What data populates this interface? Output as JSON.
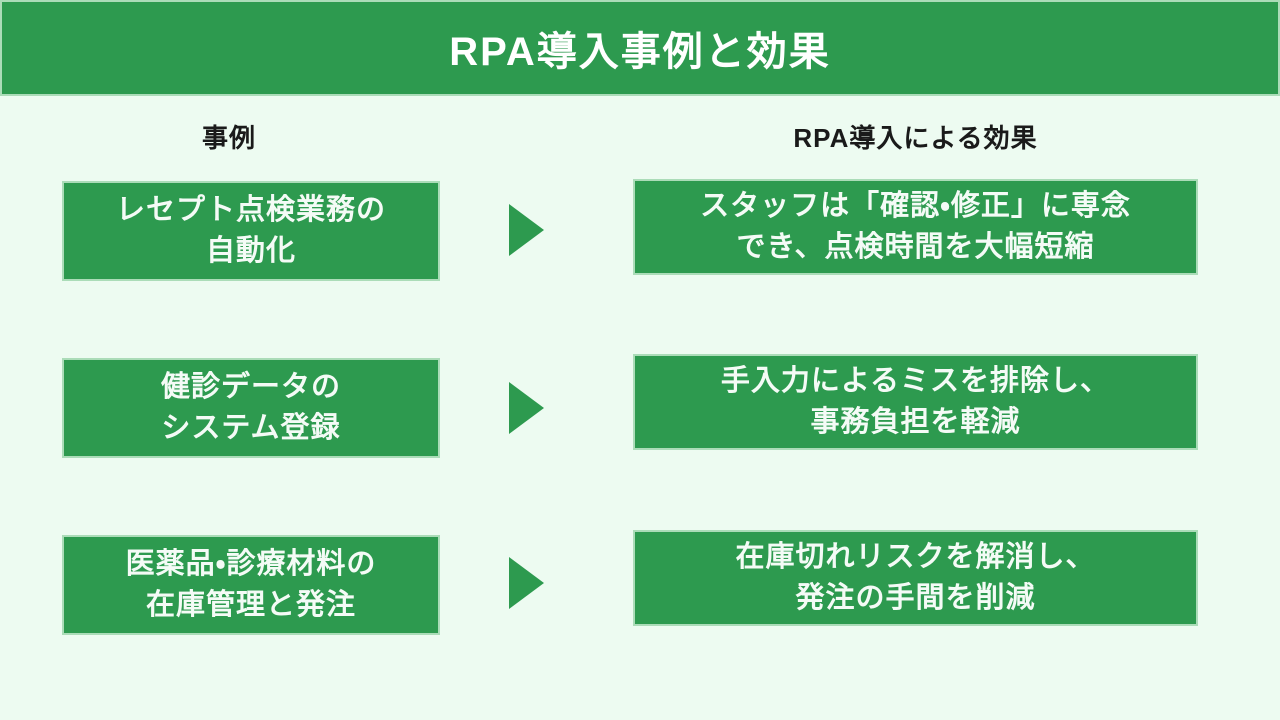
{
  "title_bar": {
    "title": "RPA導入事例と効果"
  },
  "column_headers": {
    "cases": "事例",
    "effects": "RPA導入による効果"
  },
  "rows": [
    {
      "case": {
        "line1": "レセプト点検業務の",
        "line2": "自動化"
      },
      "effect": {
        "line1": "スタッフは「確認・修正」に専念",
        "line2": "でき、点検時間を大幅短縮"
      }
    },
    {
      "case": {
        "line1": "健診データの",
        "line2": "システム登録"
      },
      "effect": {
        "line1": "手入力によるミスを排除し、",
        "line2": "事務負担を軽減"
      }
    },
    {
      "case": {
        "line1": "医薬品・診療材料の",
        "line2": "在庫管理と発注"
      },
      "effect": {
        "line1": "在庫切れリスクを解消し、",
        "line2": "発注の手間を削減"
      }
    }
  ],
  "icons": {
    "arrow": "right-arrow-triangle"
  },
  "colors": {
    "primary_green": "#2d9a4f",
    "page_background": "#edfbf1",
    "box_border": "#abdcb8",
    "box_text": "#f4fbf6",
    "heading_text": "#1a1a1a"
  }
}
